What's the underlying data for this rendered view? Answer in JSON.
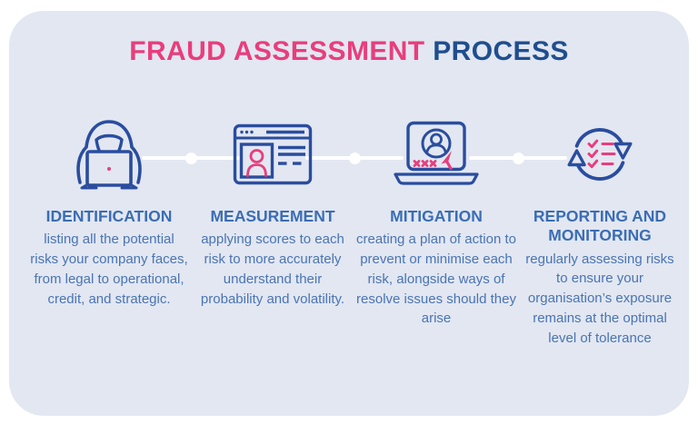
{
  "title": {
    "part1": "FRAUD ASSESSMENT",
    "part2": "PROCESS"
  },
  "colors": {
    "card_background": "#e2e7f2",
    "pink_accent": "#e83e7c",
    "navy_title": "#1f4e8e",
    "step_title_blue": "#3a6db4",
    "body_text_blue": "#4a74b2",
    "icon_stroke_blue": "#2a4d9e",
    "connector_white": "#ffffff"
  },
  "steps": [
    {
      "icon": "hacker-laptop-icon",
      "title": "IDENTIFICATION",
      "description": "listing all the potential risks your company faces, from legal to operational, credit, and strategic."
    },
    {
      "icon": "browser-profile-icon",
      "title": "MEASUREMENT",
      "description": "applying scores to each risk to more accurately understand their probability and volatility."
    },
    {
      "icon": "laptop-avatar-cursor-icon",
      "title": "MITIGATION",
      "description": "creating a plan of action to prevent or minimise each risk, alongside ways of resolve issues should they arise"
    },
    {
      "icon": "cycle-checklist-icon",
      "title": "REPORTING AND MONITORING",
      "description": "regularly assessing risks to ensure your organisation’s exposure remains at the optimal level of tolerance"
    }
  ]
}
